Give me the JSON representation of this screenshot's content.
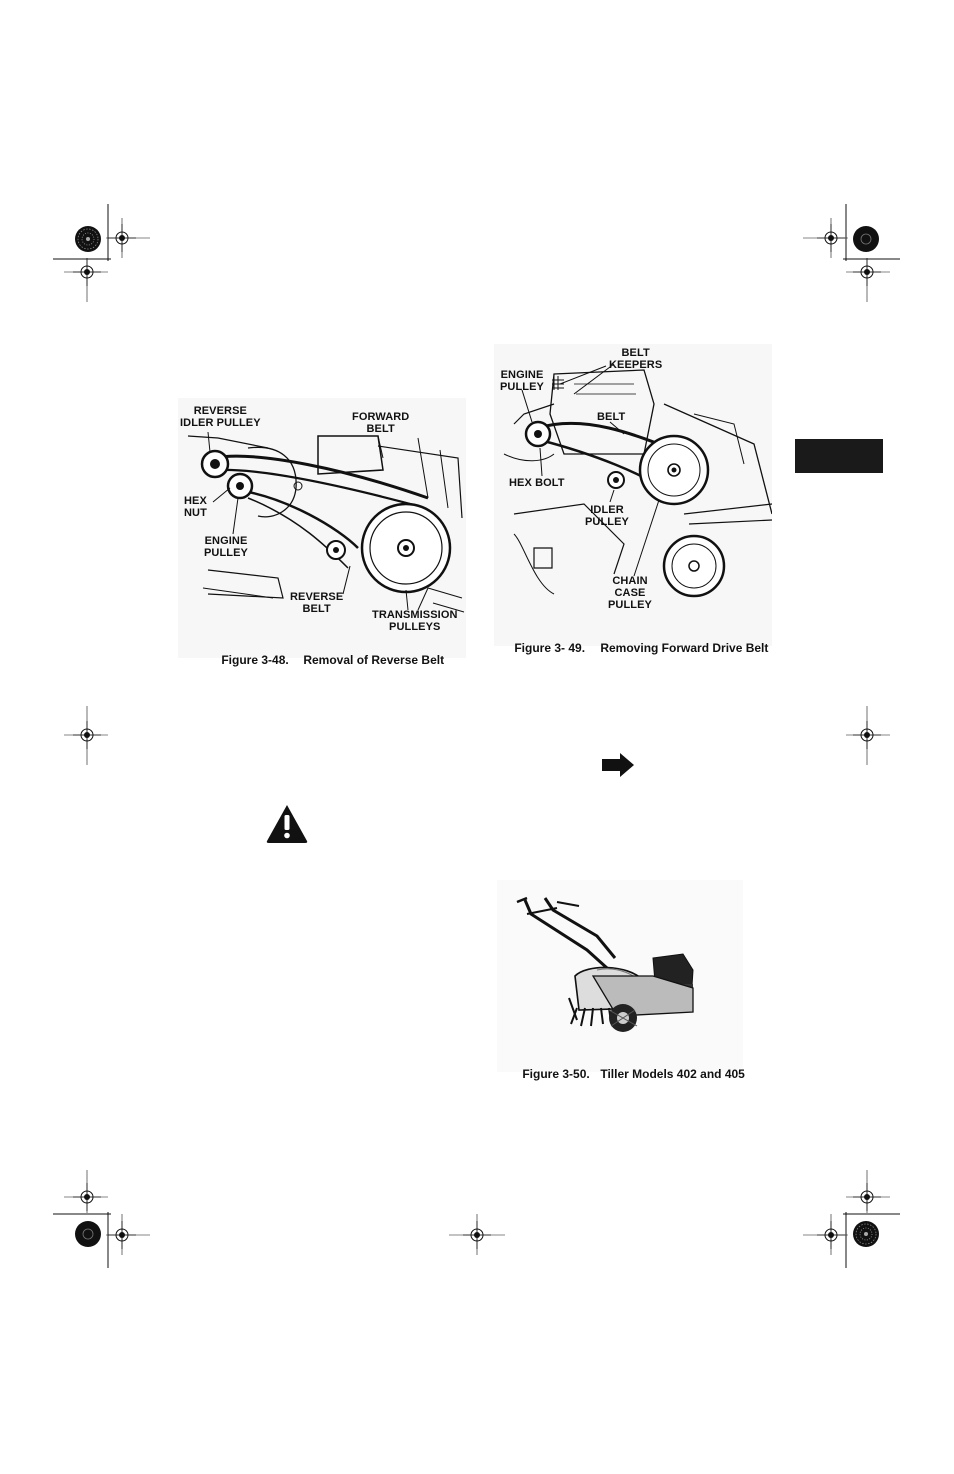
{
  "figures": {
    "fig48": {
      "caption_number": "Figure 3-48.",
      "caption_text": "Removal of Reverse Belt",
      "labels": {
        "reverse_idler_pulley": "REVERSE\nIDLER PULLEY",
        "forward_belt": "FORWARD\nBELT",
        "hex_nut": "HEX\nNUT",
        "engine_pulley": "ENGINE\nPULLEY",
        "reverse_belt": "REVERSE\nBELT",
        "transmission_pulleys": "TRANSMISSION\nPULLEYS"
      }
    },
    "fig49": {
      "caption_number": "Figure 3- 49.",
      "caption_text": "Removing Forward Drive Belt",
      "labels": {
        "engine_pulley": "ENGINE\nPULLEY",
        "belt_keepers": "BELT\nKEEPERS",
        "belt": "BELT",
        "hex_bolt": "HEX BOLT",
        "idler_pulley": "IDLER\nPULLEY",
        "chain_case_pulley": "CHAIN\nCASE\nPULLEY"
      }
    },
    "fig50": {
      "caption_number": "Figure 3-50.",
      "caption_text": "Tiller Models 402 and 405"
    }
  },
  "icons": {
    "arrow": "right-arrow-icon",
    "warning": "warning-triangle-icon",
    "registration": "registration-mark-icon",
    "starburst": "starburst-target-icon"
  },
  "colors": {
    "ink": "#111111",
    "tab": "#1a1a1a",
    "figure_bg": "#f7f7f7"
  }
}
